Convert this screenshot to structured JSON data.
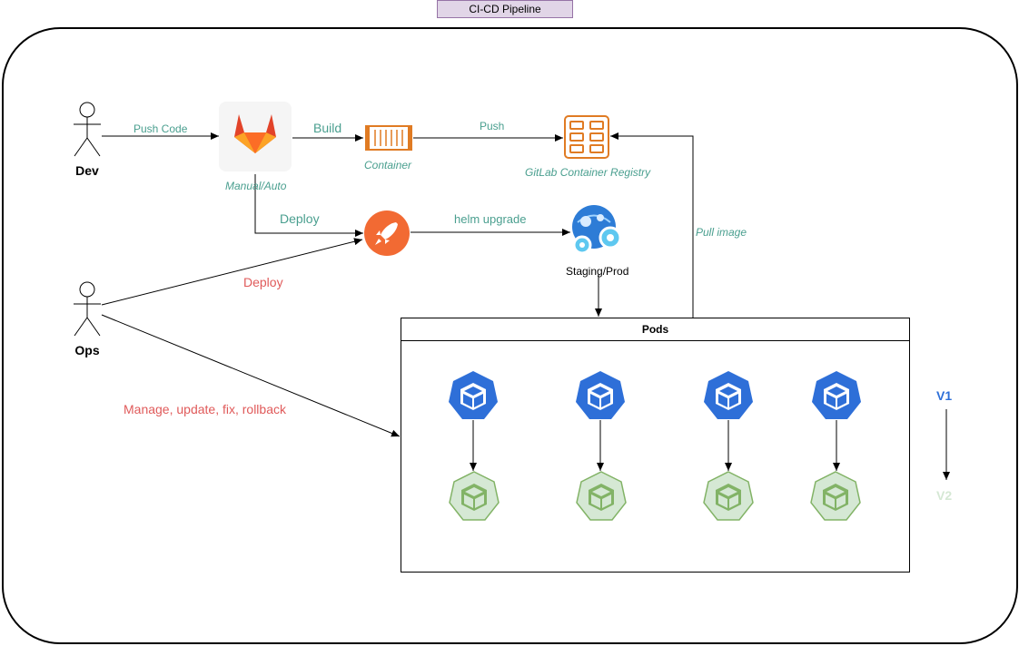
{
  "title": "CI-CD Pipeline",
  "actors": {
    "dev": "Dev",
    "ops": "Ops"
  },
  "labels": {
    "push_code": "Push Code",
    "build": "Build",
    "push": "Push",
    "manual_auto": "Manual/Auto",
    "container": "Container",
    "registry": "GitLab Container Registry",
    "deploy_teal": "Deploy",
    "helm_upgrade": "helm upgrade",
    "pull_image": "Pull image",
    "staging_prod": "Staging/Prod",
    "deploy_red": "Deploy",
    "manage": "Manage, update, fix, rollback",
    "pods": "Pods",
    "v1": "V1",
    "v2": "V2"
  },
  "colors": {
    "teal": "#4a9f8f",
    "red": "#e05a5a",
    "pod_v1": "#2e6fd8",
    "pod_v2": "#d5e8d4",
    "pod_v2_stroke": "#82b366",
    "gitlab_orange": "#fc6d26",
    "rocket_orange": "#f26a33",
    "registry_orange": "#e07b23"
  },
  "icons": [
    "gitlab-icon",
    "container-icon",
    "registry-icon",
    "rocket-icon",
    "kubernetes-cluster-icon",
    "pod-icon"
  ]
}
